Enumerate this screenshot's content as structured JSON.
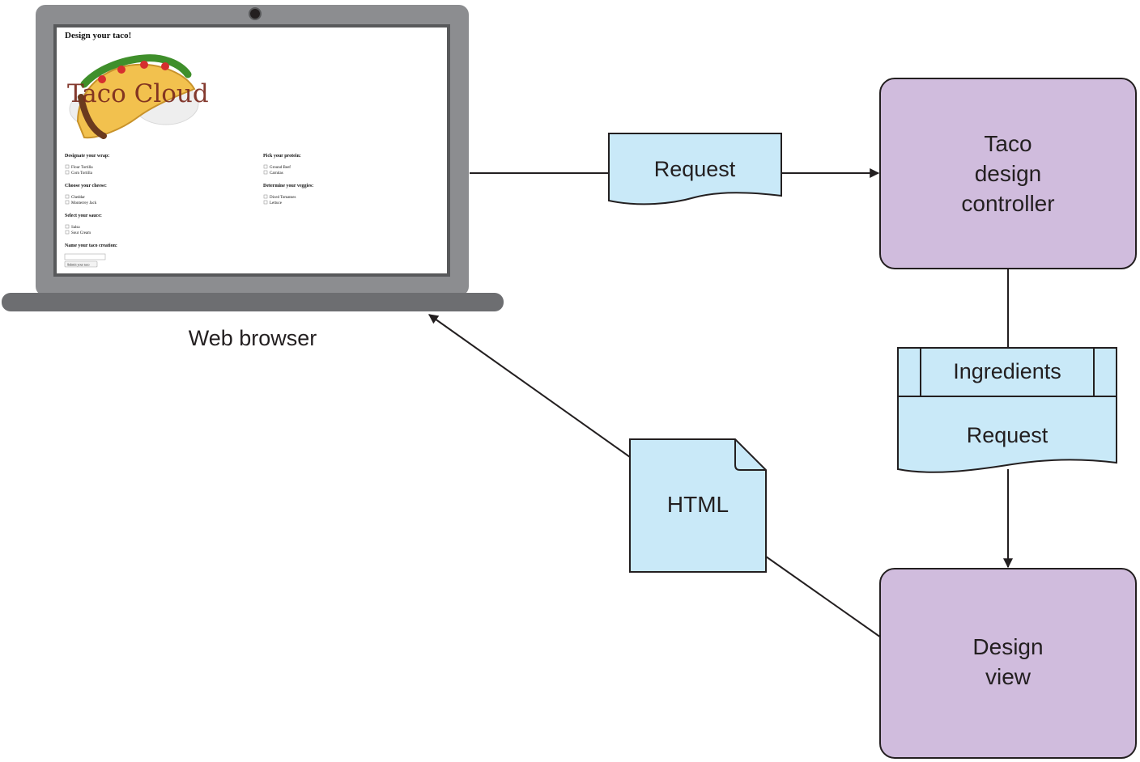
{
  "diagram": {
    "browser": {
      "caption": "Web browser",
      "page": {
        "heading": "Design your taco!",
        "logo_text": "Taco Cloud",
        "groups": [
          {
            "title": "Designate your wrap:",
            "options": [
              "Flour Tortilla",
              "Corn Tortilla"
            ]
          },
          {
            "title": "Pick your protein:",
            "options": [
              "Ground Beef",
              "Carnitas"
            ]
          },
          {
            "title": "Choose your cheese:",
            "options": [
              "Cheddar",
              "Monterrey Jack"
            ]
          },
          {
            "title": "Determine your veggies:",
            "options": [
              "Diced Tomatoes",
              "Lettuce"
            ]
          },
          {
            "title": "Select your sauce:",
            "options": [
              "Salsa",
              "Sour Cream"
            ]
          }
        ],
        "name_label": "Name your taco creation:",
        "submit_label": "Submit your taco"
      }
    },
    "request_doc": "Request",
    "controller": {
      "lines": [
        "Taco",
        "design",
        "controller"
      ]
    },
    "model_box": {
      "ingredients": "Ingredients",
      "request": "Request"
    },
    "view": {
      "lines": [
        "Design",
        "view"
      ]
    },
    "html_doc": "HTML",
    "colors": {
      "process_fill": "#d0bcdd",
      "doc_fill": "#c9e9f8",
      "laptop_body": "#8c8d90",
      "laptop_base": "#6d6e71",
      "stroke": "#231f20"
    }
  }
}
